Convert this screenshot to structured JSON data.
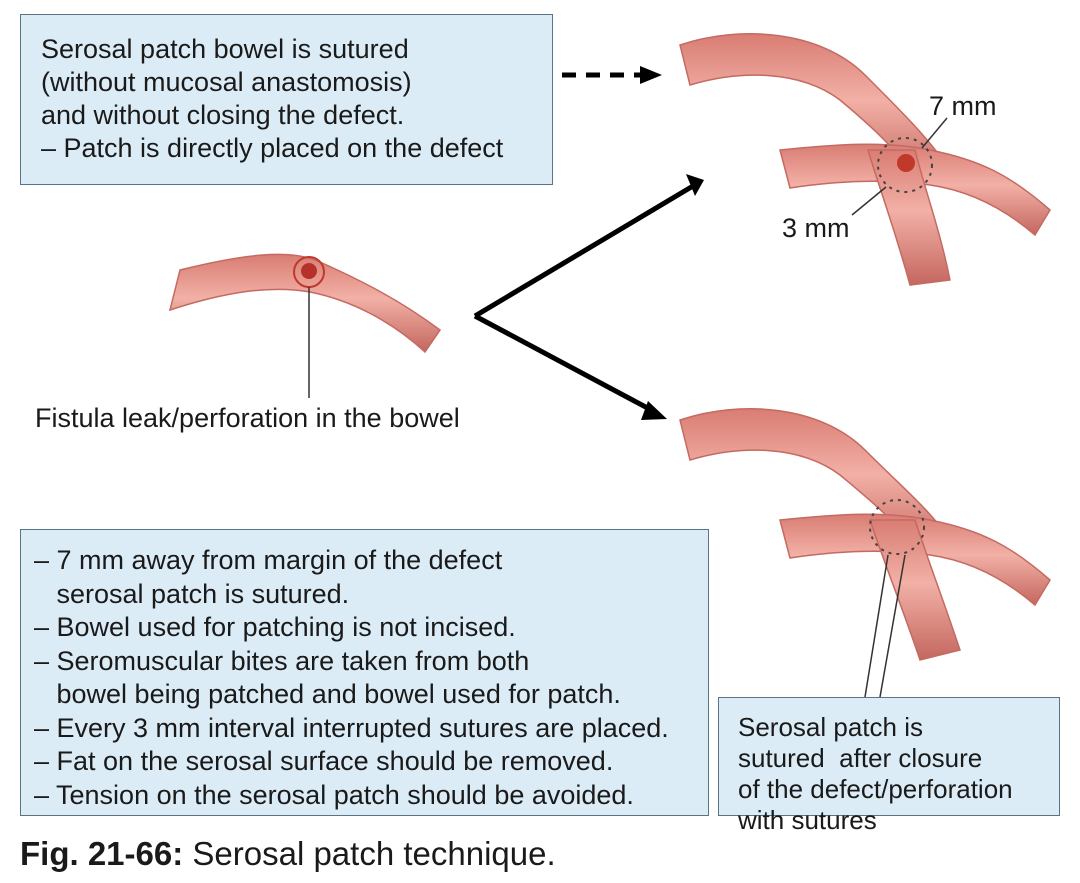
{
  "top_box": {
    "lines": [
      "Serosal patch bowel is sutured",
      "(without mucosal anastomosis)",
      "and without closing the defect.",
      "– Patch is directly placed on the defect"
    ]
  },
  "bottom_box": {
    "lines": [
      "– 7 mm away from margin of the defect",
      "   serosal patch is sutured.",
      "– Bowel used for patching is not incised.",
      "– Seromuscular bites are taken from both",
      "   bowel being patched and bowel used for patch.",
      "– Every 3 mm interval interrupted sutures are placed.",
      "– Fat on the serosal surface should be removed.",
      "– Tension on the serosal patch should be avoided."
    ]
  },
  "right_box": {
    "lines": [
      "Serosal patch is",
      "sutured  after closure",
      "of the defect/perforation",
      "with sutures"
    ]
  },
  "labels": {
    "fistula": "Fistula leak/perforation in the bowel",
    "seven_mm": "7 mm",
    "three_mm": "3 mm"
  },
  "caption": {
    "number": "Fig. 21-66:",
    "text": " Serosal patch technique."
  },
  "colors": {
    "bowel": "#e8968c",
    "bowel_dark": "#c46a62",
    "defect": "#c0392b",
    "box_fill": "#dcecf6",
    "box_border": "#5a7485"
  }
}
